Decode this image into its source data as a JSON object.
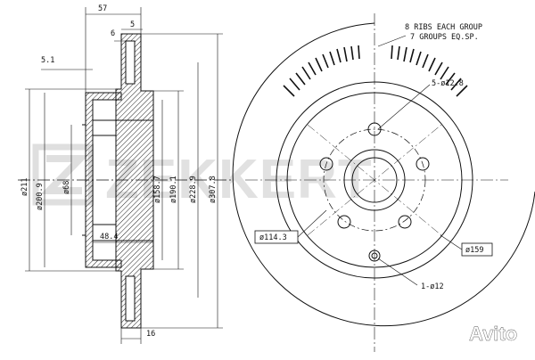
{
  "watermark": {
    "brand": "ZEKKERT"
  },
  "overlay": {
    "site_label": "Avito"
  },
  "side_view": {
    "labels": {
      "overall_width": "57",
      "hat_thickness": "5",
      "flange": "6",
      "offset": "5.1",
      "height": "48.4",
      "bottom": "16"
    },
    "diameters": [
      "ø211",
      "ø200.9",
      "ø68",
      "ø158.7",
      "ø190.1",
      "ø228.9",
      "ø307.8"
    ]
  },
  "front_view": {
    "ribs_note_line1": "8 RIBS EACH GROUP",
    "ribs_note_line2": "7 GROUPS EQ.SP.",
    "bolt_holes": "5-ø12.8",
    "pcd": "ø114.3",
    "outer_ring": "ø159",
    "pin_hole": "1-ø12"
  },
  "colors": {
    "line": "#111111",
    "watermark": "#c9c9c9",
    "avito_accent": "#00aaff"
  }
}
